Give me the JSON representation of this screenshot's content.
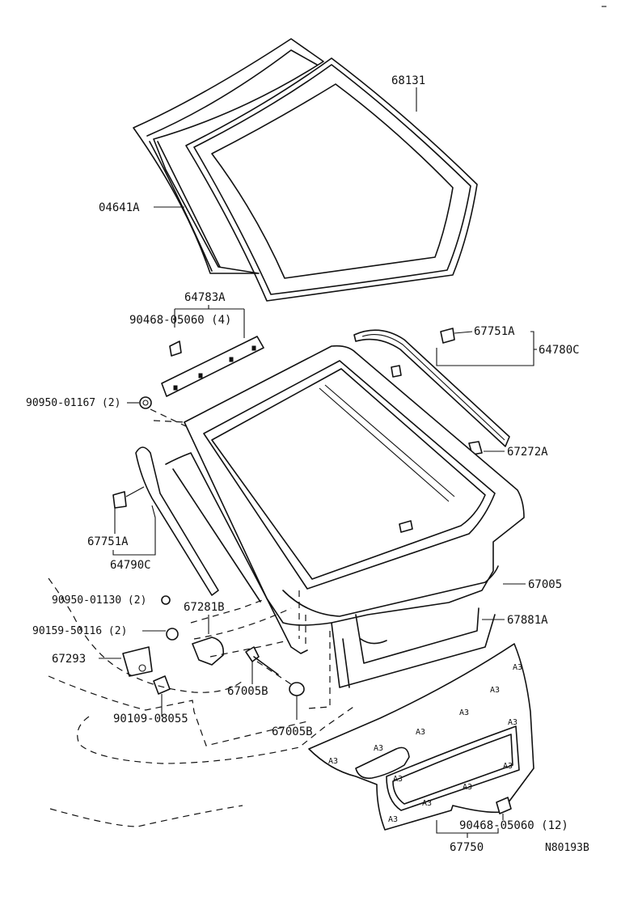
{
  "labels": {
    "p68131": "68131",
    "p04641A": "04641A",
    "p64783A": "64783A",
    "p90468_05060_4": "90468-05060 (4)",
    "p67751A_right": "67751A",
    "p64780C": "64780C",
    "p90950_01167_2": "90950-01167 (2)",
    "p67272A": "67272A",
    "p67751A_left": "67751A",
    "p64790C": "64790C",
    "p67005": "67005",
    "p90950_01130_2": "90950-01130 (2)",
    "p67281B": "67281B",
    "p67881A": "67881A",
    "p90159_50116_2": "90159-50116 (2)",
    "p67293": "67293",
    "p67005B_a": "67005B",
    "p67005B_b": "67005B",
    "p90109_08055": "90109-08055",
    "p90468_05060_12": "90468-05060 (12)",
    "p67750": "67750",
    "diagram_code": "N80193B"
  },
  "icons": {
    "clip": "clip-icon",
    "bolt": "bolt-icon",
    "grommet": "grommet-icon"
  }
}
